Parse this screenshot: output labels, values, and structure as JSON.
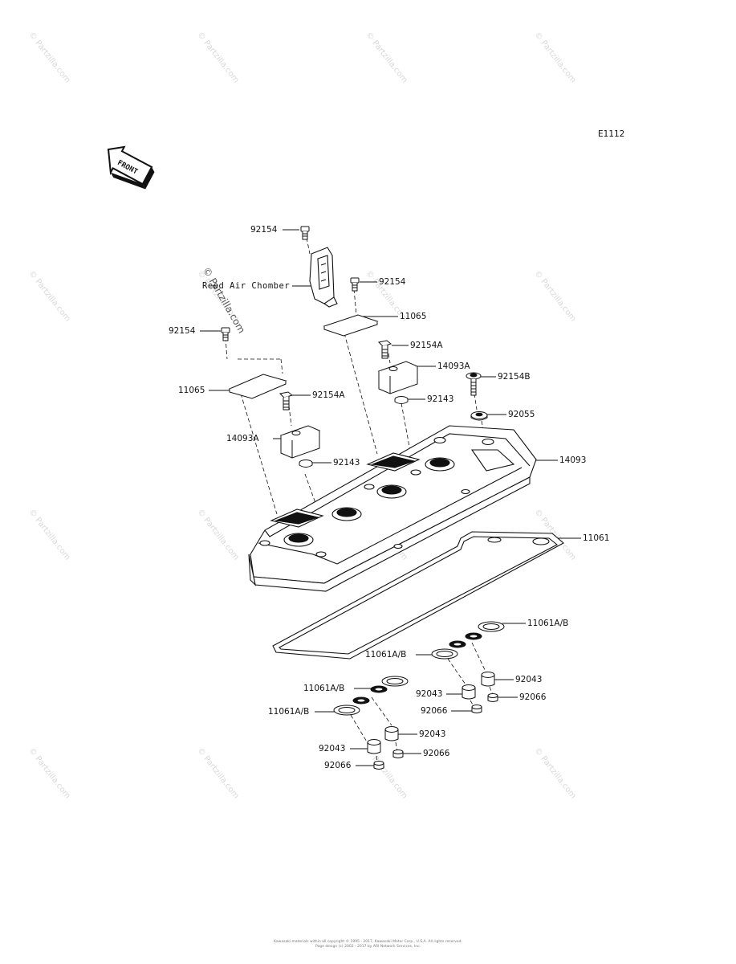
{
  "diagram": {
    "code": "E1112",
    "front_text": "FRONT",
    "callouts": [
      {
        "id": "c1",
        "text": "92154"
      },
      {
        "id": "c2",
        "text": "Reed Air Chomber"
      },
      {
        "id": "c3",
        "text": "92154"
      },
      {
        "id": "c4",
        "text": "11065"
      },
      {
        "id": "c5",
        "text": "92154"
      },
      {
        "id": "c6",
        "text": "92154A"
      },
      {
        "id": "c7",
        "text": "14093A"
      },
      {
        "id": "c8",
        "text": "92154B"
      },
      {
        "id": "c9",
        "text": "11065"
      },
      {
        "id": "c10",
        "text": "92154A"
      },
      {
        "id": "c11",
        "text": "92143"
      },
      {
        "id": "c12",
        "text": "92055"
      },
      {
        "id": "c13",
        "text": "14093A"
      },
      {
        "id": "c14",
        "text": "92143"
      },
      {
        "id": "c15",
        "text": "14093"
      },
      {
        "id": "c16",
        "text": "11061"
      },
      {
        "id": "c17",
        "text": "11061A/B"
      },
      {
        "id": "c18",
        "text": "11061A/B"
      },
      {
        "id": "c19",
        "text": "92043"
      },
      {
        "id": "c20",
        "text": "11061A/B"
      },
      {
        "id": "c21",
        "text": "92043"
      },
      {
        "id": "c22",
        "text": "92066"
      },
      {
        "id": "c23",
        "text": "92066"
      },
      {
        "id": "c24",
        "text": "11061A/B"
      },
      {
        "id": "c25",
        "text": "92043"
      },
      {
        "id": "c26",
        "text": "92043"
      },
      {
        "id": "c27",
        "text": "92066"
      },
      {
        "id": "c28",
        "text": "92066"
      }
    ],
    "copyright_mark": "©",
    "copyright_site": "Partzilla.com",
    "watermark_text": "© Partzilla.com",
    "footer_line1": "Kawasaki materials within all copyright © 1995 - 2017, Kawasaki Motor Corp., U.S.A. All rights reserved.",
    "footer_line2": "Page design (c) 2002 - 2017 by ARI Network Services, Inc."
  }
}
